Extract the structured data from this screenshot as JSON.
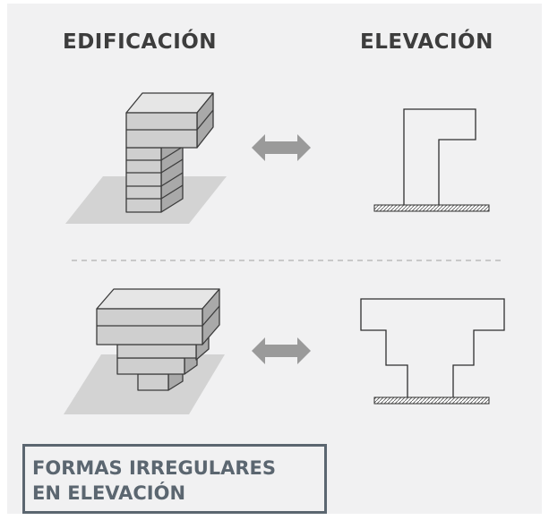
{
  "headings": {
    "left": "EDIFICACIÓN",
    "right": "ELEVACIÓN"
  },
  "caption": {
    "line1": "FORMAS IRREGULARES",
    "line2": "EN ELEVACIÓN"
  },
  "colors": {
    "panel": "#f1f1f2",
    "heading": "#3d3d3d",
    "caption": "#5b6670",
    "arrow": "#9a9a9a",
    "slab": "#d3d3d3",
    "block_front": "#cfcfcf",
    "block_top": "#e6e6e6",
    "block_side": "#a9a9a9"
  },
  "rows": [
    {
      "building": "setback-tower-building",
      "elevation": "setback-tower-elevation"
    },
    {
      "building": "inverted-stepped-building",
      "elevation": "inverted-stepped-elevation"
    }
  ]
}
